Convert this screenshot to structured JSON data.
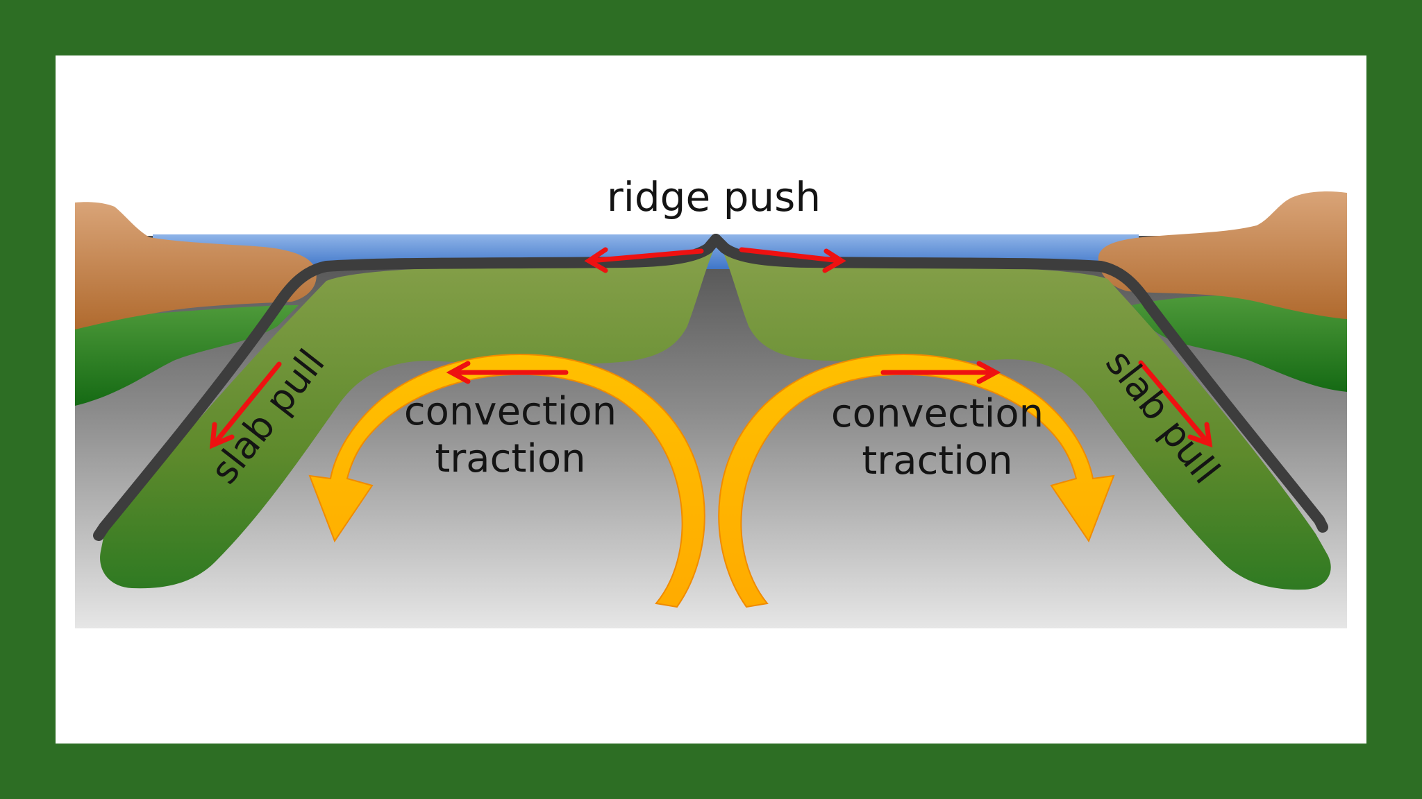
{
  "labels": {
    "ridge_push": "ridge push",
    "slab_pull_left": "slab pull",
    "slab_pull_right": "slab pull",
    "convection_left_line1": "convection",
    "convection_left_line2": "traction",
    "convection_right_line1": "convection",
    "convection_right_line2": "traction"
  },
  "colors": {
    "border": "#2d6e24",
    "ocean": "#5b8fd6",
    "continent": "#c98952",
    "plate": "#6f9335",
    "crust": "#3d3d3d",
    "mantle_top": "#555555",
    "mantle_bottom": "#e3e3e3",
    "force_arrow": "#ee1111",
    "convection_arrow": "#ffb400"
  }
}
